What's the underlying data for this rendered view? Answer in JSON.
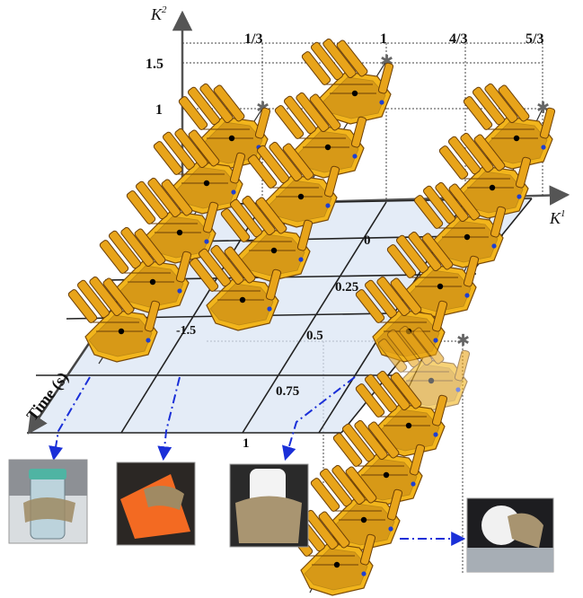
{
  "axes": {
    "k2_label": "K",
    "k2_sup": "2",
    "k1_label": "K",
    "k1_sup": "1",
    "time_label": "Time (s)"
  },
  "k1_ticks": [
    "1/3",
    "1",
    "4/3",
    "5/3"
  ],
  "k2_ticks": [
    "1.5",
    "1"
  ],
  "time_ticks": [
    "0",
    "0.25",
    "0.5",
    "0.75",
    "1"
  ],
  "neg_label": "-1.5",
  "photos": [
    {
      "name": "photo-glass-bottle",
      "subject": "glass bottle"
    },
    {
      "name": "photo-orange-sheet",
      "subject": "orange sheet"
    },
    {
      "name": "photo-white-cylinder",
      "subject": "white cylinder"
    },
    {
      "name": "photo-white-ball",
      "subject": "white ball"
    }
  ],
  "colors": {
    "hand": "#f2b51c",
    "plane": "#dbe6f4",
    "arrow": "#1a2fd8",
    "axis": "#555555"
  }
}
